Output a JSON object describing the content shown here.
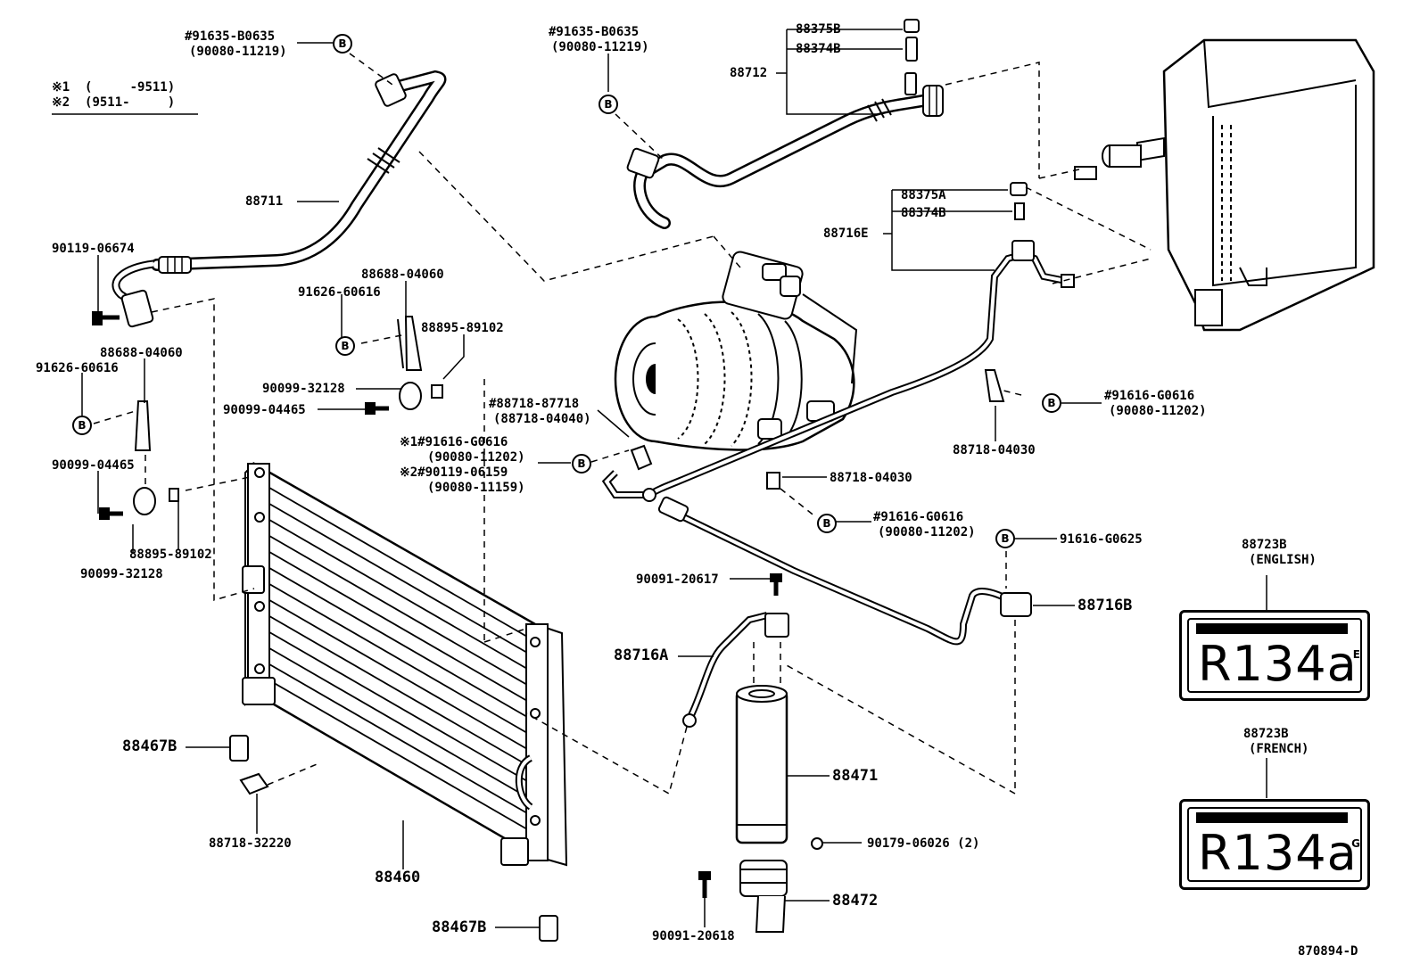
{
  "diagram_id": "870894-D",
  "legend": {
    "line1": "※1  (     -9511)",
    "line2": "※2  (9511-     )"
  },
  "bubble_letter": "B",
  "parts": {
    "p_91635_left": "#91635-B0635",
    "p_90080_11219_left": "(90080-11219)",
    "p_91635_right": "#91635-B0635",
    "p_90080_11219_right": "(90080-11219)",
    "p_88375B": "88375B",
    "p_88374B_top": "88374B",
    "p_88712": "88712",
    "p_88711": "88711",
    "p_90119_06674": "90119-06674",
    "p_88688_04060_a": "88688-04060",
    "p_91626_60616_a": "91626-60616",
    "p_88895_89102_a": "88895-89102",
    "p_90099_32128_a": "90099-32128",
    "p_90099_04465_a": "90099-04465",
    "p_88688_04060_b": "88688-04060",
    "p_91626_60616_b": "91626-60616",
    "p_90099_04465_b": "90099-04465",
    "p_88895_89102_b": "88895-89102",
    "p_90099_32128_b": "90099-32128",
    "p_88718_87718": "#88718-87718",
    "p_88718_04040": "(88718-04040)",
    "p_s1_91616": "※1#91616-G0616",
    "p_s1_90080": "(90080-11202)",
    "p_s2_90119": "※2#90119-06159",
    "p_s2_90080": "(90080-11159)",
    "p_88375A": "88375A",
    "p_88374B_mid": "88374B",
    "p_88716E": "88716E",
    "p_91616_G0616_r": "#91616-G0616",
    "p_90080_11202_r": "(90080-11202)",
    "p_88718_04030_a": "88718-04030",
    "p_88718_04030_b": "88718-04030",
    "p_91616_G0616_m": "#91616-G0616",
    "p_90080_11202_m": "(90080-11202)",
    "p_91616_G0625": "91616-G0625",
    "p_90091_20617": "90091-20617",
    "p_88716B": "88716B",
    "p_88716A": "88716A",
    "p_88467B_a": "88467B",
    "p_88471": "88471",
    "p_88718_32220": "88718-32220",
    "p_90179_06026": "90179-06026 (2)",
    "p_88460": "88460",
    "p_88472": "88472",
    "p_88467B_b": "88467B",
    "p_90091_20618": "90091-20618",
    "p_88723B_en": "88723B",
    "p_english": "(ENGLISH)",
    "p_88723B_fr": "88723B",
    "p_french": "(FRENCH)"
  },
  "labels_plate": {
    "code": "R134a",
    "suffix_en": "E",
    "suffix_fr": "G"
  }
}
